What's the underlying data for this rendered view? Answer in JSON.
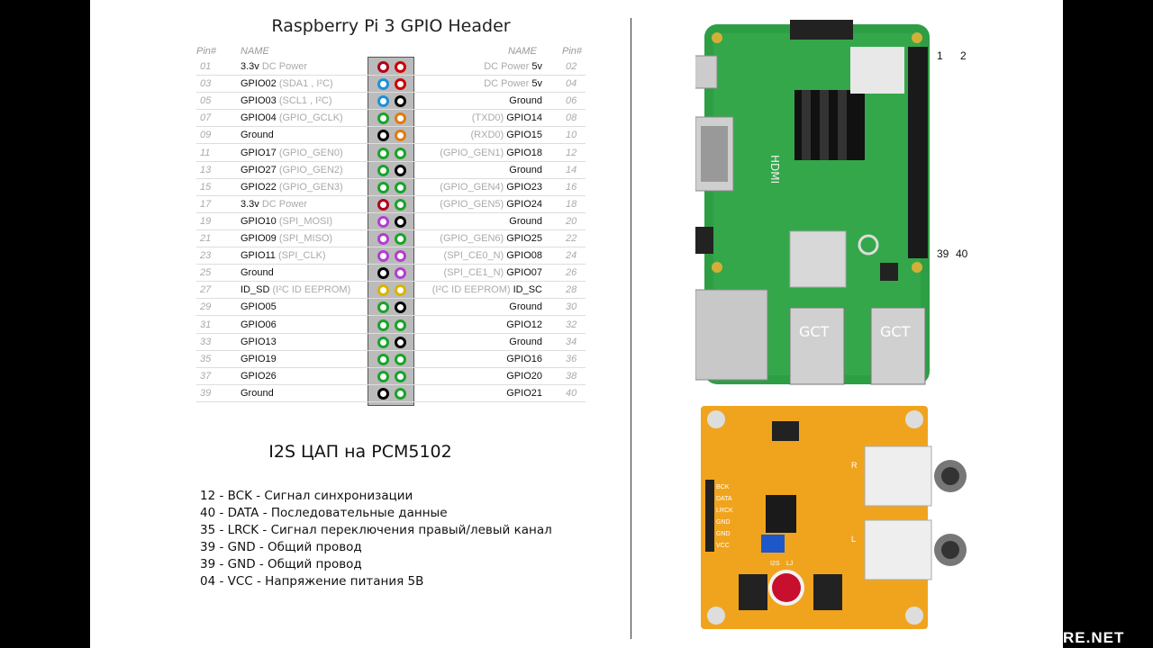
{
  "title": "Raspberry Pi 3 GPIO Header",
  "headers": {
    "pin_left": "Pin#",
    "name_left": "NAME",
    "name_right": "NAME",
    "pin_right": "Pin#"
  },
  "rows": [
    {
      "lp": "01",
      "ln": "3.3v",
      "la": "DC Power",
      "lc": "#b0001a",
      "rc": "#cc0000",
      "rn": "5v",
      "ra": "DC Power",
      "rp": "02"
    },
    {
      "lp": "03",
      "ln": "GPIO02",
      "la": "(SDA1 , I²C)",
      "lc": "#1e8fd8",
      "rc": "#cc0000",
      "rn": "5v",
      "ra": "DC Power",
      "rp": "04"
    },
    {
      "lp": "05",
      "ln": "GPIO03",
      "la": "(SCL1 , I²C)",
      "lc": "#1e8fd8",
      "rc": "#000000",
      "rn": "Ground",
      "ra": "",
      "rp": "06"
    },
    {
      "lp": "07",
      "ln": "GPIO04",
      "la": "(GPIO_GCLK)",
      "lc": "#1aa32a",
      "rc": "#e07a10",
      "rn": "GPIO14",
      "ra": "(TXD0)",
      "rp": "08"
    },
    {
      "lp": "09",
      "ln": "Ground",
      "la": "",
      "lc": "#000000",
      "rc": "#e07a10",
      "rn": "GPIO15",
      "ra": "(RXD0)",
      "rp": "10"
    },
    {
      "lp": "11",
      "ln": "GPIO17",
      "la": "(GPIO_GEN0)",
      "lc": "#1aa32a",
      "rc": "#1aa32a",
      "rn": "GPIO18",
      "ra": "(GPIO_GEN1)",
      "rp": "12"
    },
    {
      "lp": "13",
      "ln": "GPIO27",
      "la": "(GPIO_GEN2)",
      "lc": "#1aa32a",
      "rc": "#000000",
      "rn": "Ground",
      "ra": "",
      "rp": "14"
    },
    {
      "lp": "15",
      "ln": "GPIO22",
      "la": "(GPIO_GEN3)",
      "lc": "#1aa32a",
      "rc": "#1aa32a",
      "rn": "GPIO23",
      "ra": "(GPIO_GEN4)",
      "rp": "16"
    },
    {
      "lp": "17",
      "ln": "3.3v",
      "la": "DC Power",
      "lc": "#b0001a",
      "rc": "#1aa32a",
      "rn": "GPIO24",
      "ra": "(GPIO_GEN5)",
      "rp": "18"
    },
    {
      "lp": "19",
      "ln": "GPIO10",
      "la": "(SPI_MOSI)",
      "lc": "#b03fd0",
      "rc": "#000000",
      "rn": "Ground",
      "ra": "",
      "rp": "20"
    },
    {
      "lp": "21",
      "ln": "GPIO09",
      "la": "(SPI_MISO)",
      "lc": "#b03fd0",
      "rc": "#1aa32a",
      "rn": "GPIO25",
      "ra": "(GPIO_GEN6)",
      "rp": "22"
    },
    {
      "lp": "23",
      "ln": "GPIO11",
      "la": "(SPI_CLK)",
      "lc": "#b03fd0",
      "rc": "#b03fd0",
      "rn": "GPIO08",
      "ra": "(SPI_CE0_N)",
      "rp": "24"
    },
    {
      "lp": "25",
      "ln": "Ground",
      "la": "",
      "lc": "#000000",
      "rc": "#b03fd0",
      "rn": "GPIO07",
      "ra": "(SPI_CE1_N)",
      "rp": "26"
    },
    {
      "lp": "27",
      "ln": "ID_SD",
      "la": "(I²C ID EEPROM)",
      "lc": "#d8b400",
      "rc": "#d8b400",
      "rn": "ID_SC",
      "ra": "(I²C ID EEPROM)",
      "rp": "28"
    },
    {
      "lp": "29",
      "ln": "GPIO05",
      "la": "",
      "lc": "#1aa32a",
      "rc": "#000000",
      "rn": "Ground",
      "ra": "",
      "rp": "30"
    },
    {
      "lp": "31",
      "ln": "GPIO06",
      "la": "",
      "lc": "#1aa32a",
      "rc": "#1aa32a",
      "rn": "GPIO12",
      "ra": "",
      "rp": "32"
    },
    {
      "lp": "33",
      "ln": "GPIO13",
      "la": "",
      "lc": "#1aa32a",
      "rc": "#000000",
      "rn": "Ground",
      "ra": "",
      "rp": "34"
    },
    {
      "lp": "35",
      "ln": "GPIO19",
      "la": "",
      "lc": "#1aa32a",
      "rc": "#1aa32a",
      "rn": "GPIO16",
      "ra": "",
      "rp": "36"
    },
    {
      "lp": "37",
      "ln": "GPIO26",
      "la": "",
      "lc": "#1aa32a",
      "rc": "#1aa32a",
      "rn": "GPIO20",
      "ra": "",
      "rp": "38"
    },
    {
      "lp": "39",
      "ln": "Ground",
      "la": "",
      "lc": "#000000",
      "rc": "#1aa32a",
      "rn": "GPIO21",
      "ra": "",
      "rp": "40"
    }
  ],
  "board_pin_labels": {
    "p1": "1",
    "p2": "2",
    "p39": "39",
    "p40": "40"
  },
  "board_texts": {
    "hdmi": "HDMI",
    "usb_left": "GCT",
    "usb_right": "GCT"
  },
  "dac_board_texts": {
    "pin_bck": "BCK",
    "pin_data": "DATA",
    "pin_lrck": "LRCK",
    "pin_gnd1": "GND",
    "pin_gnd2": "GND",
    "pin_vcc": "VCC",
    "i2s": "I2S",
    "lj": "LJ",
    "r": "R",
    "l": "L"
  },
  "subtitle": "I2S ЦАП на PCM5102",
  "legend": [
    "12 - BCK - Сигнал синхронизации",
    "40 - DATA - Последовательные данные",
    "35 - LRCK - Сигнал переключения правый/левый канал",
    "39 - GND - Общий провод",
    "39 - GND - Общий провод",
    "04 - VCC - Напряжение питания 5В"
  ],
  "watermark": "RE.NET"
}
